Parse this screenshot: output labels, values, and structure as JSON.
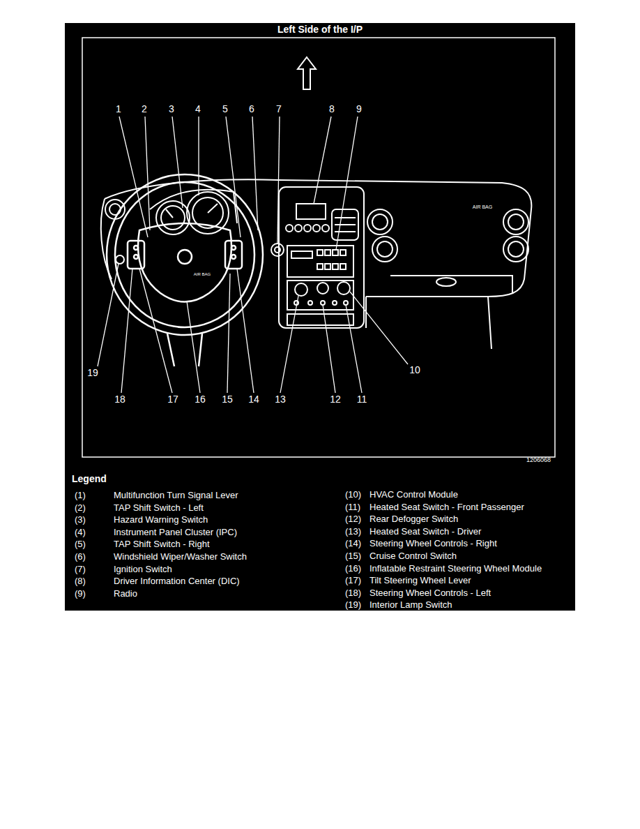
{
  "diagram": {
    "title": "Left Side of the I/P",
    "labels": [
      "1",
      "2",
      "3",
      "4",
      "5",
      "6",
      "7",
      "8",
      "9",
      "19",
      "18",
      "17",
      "16",
      "15",
      "14",
      "13",
      "12",
      "11",
      "10",
      "AIR BAG",
      "AIR BAG",
      "1206068",
      "Legend",
      "(1)",
      "Multifunction Turn Signal Lever",
      "(2)",
      "TAP Shift Switch - Left",
      "(3)",
      "Hazard Warning Switch",
      "(4)",
      "Instrument Panel Cluster (IPC)",
      "(5)",
      "TAP Shift Switch - Right",
      "(6)",
      "Windshield Wiper/Washer Switch",
      "(7)",
      "Ignition Switch",
      "(8)",
      "Driver Information Center (DIC)",
      "(9)",
      "Radio",
      "(10)",
      "HVAC Control Module",
      "(11)",
      "Heated Seat Switch - Front Passenger",
      "(12)",
      "Rear Defogger Switch",
      "(13)",
      "Heated Seat Switch - Driver",
      "(14)",
      "Steering Wheel Controls - Right",
      "(15)",
      "Cruise Control Switch",
      "(16)",
      "Inflatable Restraint Steering Wheel Module",
      "(17)",
      "Tilt Steering Wheel Lever",
      "(18)",
      "Steering Wheel Controls - Left",
      "(19)",
      "Interior Lamp Switch"
    ]
  }
}
